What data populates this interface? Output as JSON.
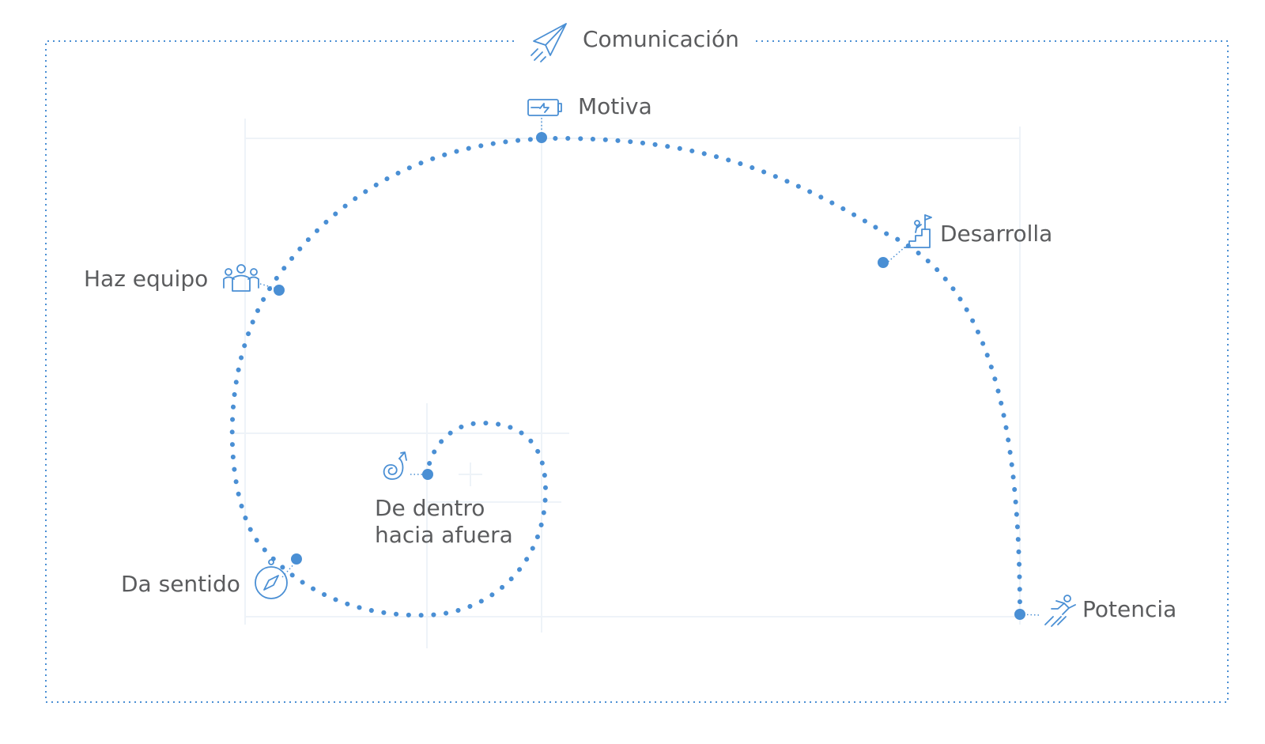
{
  "frame_label": "Comunicación",
  "colors": {
    "accent": "#4a8fd4",
    "text": "#5b5c5e",
    "grid": "#eef3f8"
  },
  "nodes": [
    {
      "id": "motiva",
      "label": "Motiva",
      "icon": "battery-charging-icon"
    },
    {
      "id": "desarrolla",
      "label": "Desarrolla",
      "icon": "climbing-stairs-flag-icon"
    },
    {
      "id": "haz-equipo",
      "label": "Haz equipo",
      "icon": "team-group-icon"
    },
    {
      "id": "de-dentro",
      "label_lines": [
        "De dentro",
        "hacia afuera"
      ],
      "icon": "spiral-arrow-icon"
    },
    {
      "id": "da-sentido",
      "label": "Da sentido",
      "icon": "compass-icon"
    },
    {
      "id": "potencia",
      "label": "Potencia",
      "icon": "running-speed-icon"
    }
  ],
  "frame_icon": "paper-plane-icon"
}
